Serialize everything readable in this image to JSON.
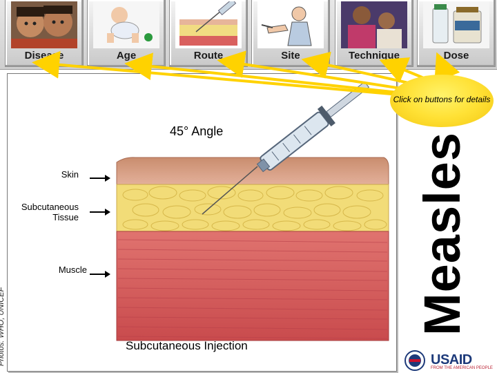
{
  "nav": {
    "buttons": [
      {
        "label": "Disease"
      },
      {
        "label": "Age"
      },
      {
        "label": "Route"
      },
      {
        "label": "Site"
      },
      {
        "label": "Technique"
      },
      {
        "label": "Dose"
      }
    ]
  },
  "callout": {
    "text": "Click on buttons for details"
  },
  "diagram": {
    "angle_label": "45° Angle",
    "caption": "Subcutaneous Injection",
    "labels": {
      "skin": "Skin",
      "subcutaneous_line1": "Subcutaneous",
      "subcutaneous_line2": "Tissue",
      "muscle": "Muscle"
    }
  },
  "side_title": "Measles",
  "photo_credit": "Photos: WHO, UNICEF",
  "logo": {
    "text": "USAID",
    "subtext": "FROM THE AMERICAN PEOPLE"
  },
  "colors": {
    "callout": "#ffe135",
    "arrows": "#ffd200",
    "skin": "#d89a7e",
    "fat": "#f2dc78",
    "muscle": "#d7575a"
  }
}
